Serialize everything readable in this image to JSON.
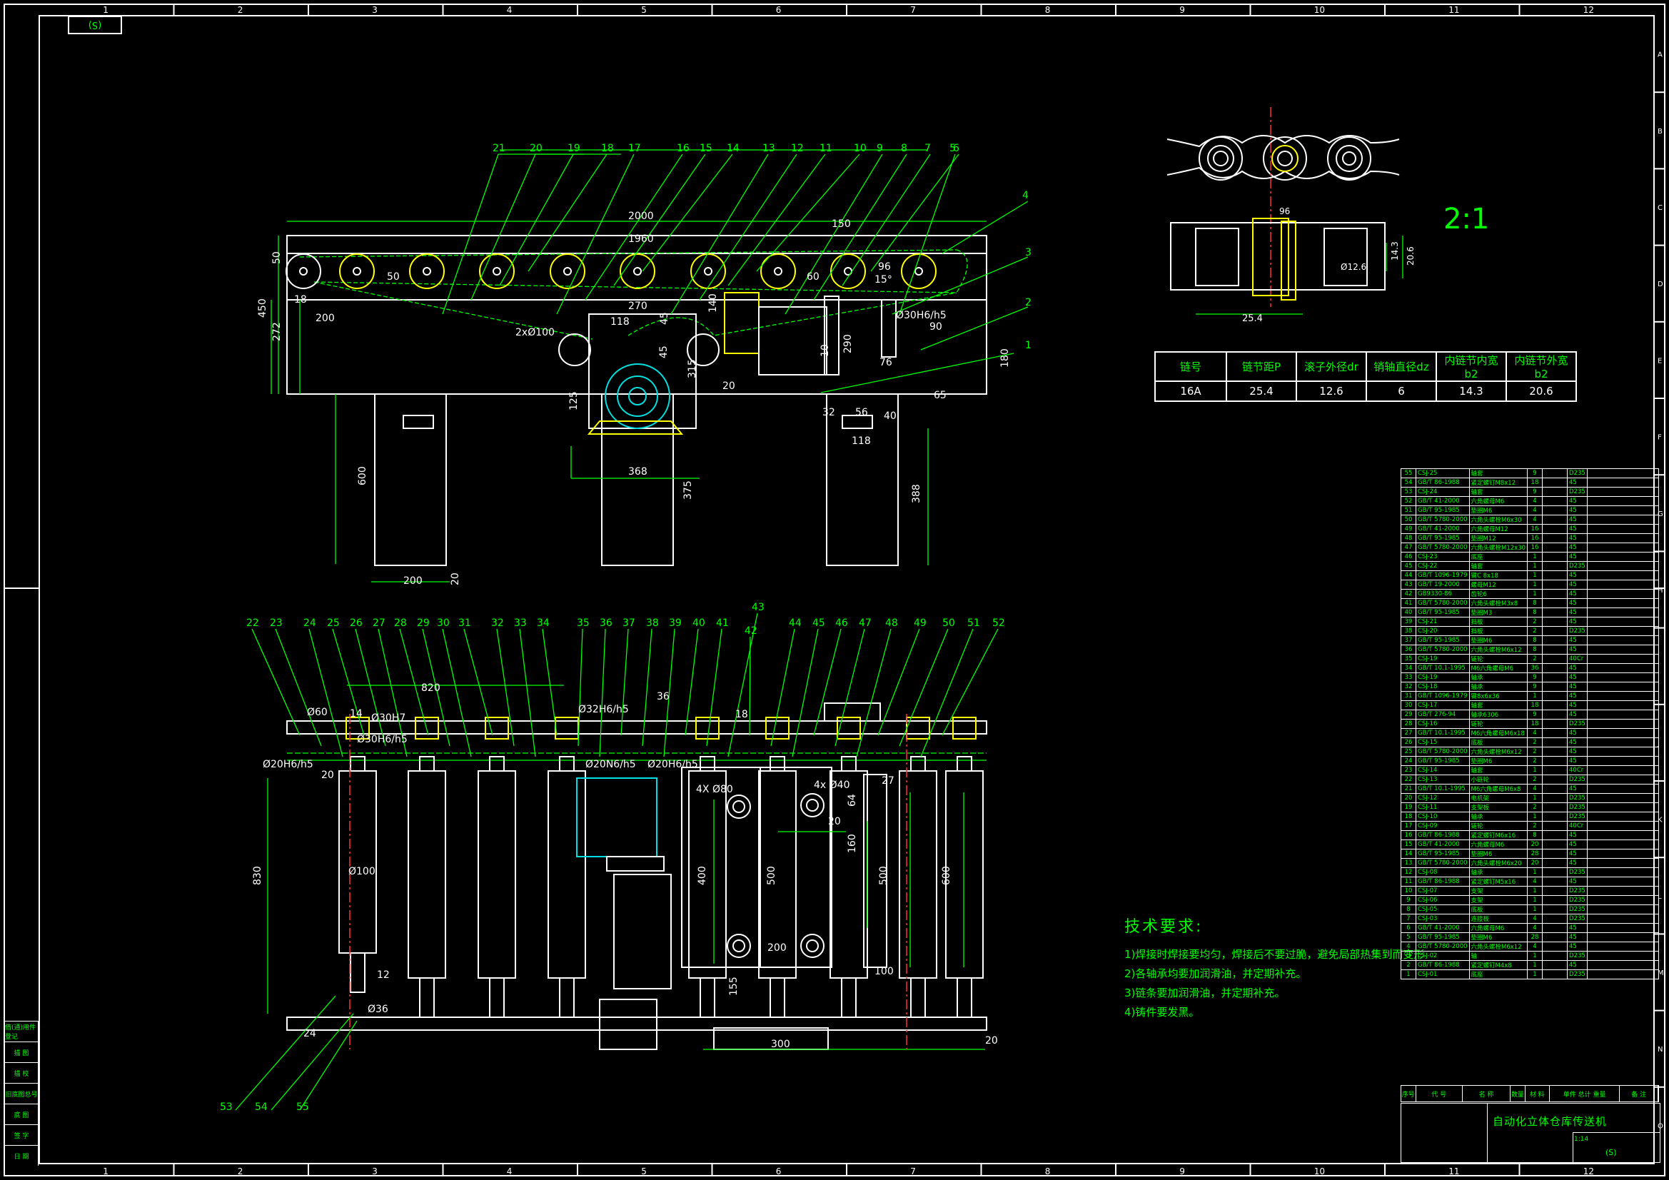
{
  "frame": {
    "col_markers": [
      "1",
      "2",
      "3",
      "4",
      "5",
      "6",
      "7",
      "8",
      "9",
      "10",
      "11",
      "12"
    ],
    "row_markers": [
      "A",
      "B",
      "C",
      "D",
      "E",
      "F",
      "G",
      "H",
      "I",
      "J",
      "K",
      "L",
      "M",
      "N",
      "O"
    ],
    "corner_label": "(S)"
  },
  "top_view": {
    "balloons": [
      "21",
      "20",
      "19",
      "18",
      "17",
      "16",
      "15",
      "14",
      "13",
      "12",
      "11",
      "10",
      "9",
      "8",
      "7",
      "6",
      "5"
    ],
    "side_balloons": [
      "4",
      "3",
      "2",
      "1"
    ],
    "dims": {
      "d2000": "2000",
      "d1960": "1960",
      "d150": "150",
      "d450": "450",
      "d272": "272",
      "d50a": "50",
      "d50b": "50",
      "d18": "18",
      "d200": "200",
      "d270": "270",
      "d2x100": "2xØ100",
      "d118": "118",
      "d45a": "45",
      "d140": "140",
      "d45b": "45",
      "d315": "315",
      "d125": "125",
      "d368": "368",
      "d375": "375",
      "d600": "600",
      "d200b": "200",
      "d20a": "20",
      "d60": "60",
      "d290": "290",
      "d10": "10",
      "d20b": "20",
      "d76": "76",
      "d96": "96",
      "d15deg": "15°",
      "d30h": "Ø30H6/h5",
      "d180": "180",
      "d65": "65",
      "d32": "32",
      "d56": "56",
      "d40": "40",
      "d118b": "118",
      "d388": "388",
      "d90": "90"
    }
  },
  "plan_view": {
    "balloons_top": [
      "22",
      "23",
      "24",
      "25",
      "26",
      "27",
      "28",
      "29",
      "30",
      "31",
      "32",
      "33",
      "34",
      "35",
      "36",
      "37",
      "38",
      "39",
      "40",
      "41",
      "43",
      "42",
      "44",
      "45",
      "46",
      "47",
      "48",
      "49",
      "50",
      "51",
      "52"
    ],
    "balloons_bottom": [
      "53",
      "54",
      "55"
    ],
    "dims": {
      "d820": "820",
      "d60": "Ø60",
      "d14": "14",
      "d30h7": "Ø30H7",
      "d30h6": "Ø30H6/h5",
      "d20h6": "Ø20H6/h5",
      "d20": "20",
      "d32h6": "Ø32H6/h5",
      "d36": "36",
      "d20n6": "Ø20N6/h5",
      "d20h6b": "Ø20H6/h5",
      "d4x80": "4X Ø80",
      "d4x40": "4x Ø40",
      "d18": "18",
      "d27": "27",
      "d64": "64",
      "d20b": "20",
      "d160": "160",
      "d830": "830",
      "d100": "Ø100",
      "d400": "400",
      "d500a": "500",
      "d500b": "500",
      "d600": "600",
      "d200": "200",
      "d100b": "100",
      "d155": "155",
      "d24": "24",
      "d36b": "Ø36",
      "d12": "12",
      "d300": "300",
      "d20c": "20"
    }
  },
  "chain_detail": {
    "scale": "2:1",
    "dims": {
      "d96": "96",
      "d143": "14.3",
      "d206": "20.6",
      "d126": "Ø12.6",
      "d254": "25.4"
    },
    "table": {
      "headers": [
        "链号",
        "链节距P",
        "滚子外径dr",
        "销轴直径dz",
        "内链节内宽b2",
        "内链节外宽b2"
      ],
      "values": [
        "16A",
        "25.4",
        "12.6",
        "6",
        "14.3",
        "20.6"
      ]
    }
  },
  "notes": {
    "title": "技术要求:",
    "items": [
      "1)焊接时焊接要均匀，焊接后不要过脆，避免局部热集到而变形",
      "2)各轴承均要加润滑油，并定期补充。",
      "3)链条要加润滑油，并定期补充。",
      "4)铸件要发黑。"
    ]
  },
  "bom": {
    "rows": [
      [
        "55",
        "CSJ-25",
        "轴套",
        "9",
        "",
        "D235",
        ""
      ],
      [
        "54",
        "GB/T 86-1988",
        "紧定螺钉M8x12",
        "18",
        "",
        "45",
        ""
      ],
      [
        "53",
        "CSJ-24",
        "轴套",
        "9",
        "",
        "D235",
        ""
      ],
      [
        "52",
        "GB/T 41-2000",
        "六角螺母M6",
        "4",
        "",
        "45",
        ""
      ],
      [
        "51",
        "GB/T 95-1985",
        "垫圈M6",
        "4",
        "",
        "45",
        ""
      ],
      [
        "50",
        "GB/T 5780-2000",
        "六角头螺栓M6x30",
        "4",
        "",
        "45",
        ""
      ],
      [
        "49",
        "GB/T 41-2000",
        "六角螺母M12",
        "16",
        "",
        "45",
        ""
      ],
      [
        "48",
        "GB/T 95-1985",
        "垫圈M12",
        "16",
        "",
        "45",
        ""
      ],
      [
        "47",
        "GB/T 5780-2000",
        "六角头螺栓M12x30",
        "16",
        "",
        "45",
        ""
      ],
      [
        "46",
        "CSJ-23",
        "底座",
        "1",
        "",
        "45",
        ""
      ],
      [
        "45",
        "CSJ-22",
        "轴套",
        "1",
        "",
        "D235",
        ""
      ],
      [
        "44",
        "GB/T 1096-1979",
        "键C 8x18",
        "1",
        "",
        "45",
        ""
      ],
      [
        "43",
        "GB/T 19-2000",
        "螺母M12",
        "1",
        "",
        "45",
        ""
      ],
      [
        "42",
        "GB9330-86",
        "齿轮6",
        "1",
        "",
        "45",
        ""
      ],
      [
        "41",
        "GB/T 5780-2000",
        "六角头螺栓M3x8",
        "8",
        "",
        "45",
        ""
      ],
      [
        "40",
        "GB/T 95-1985",
        "垫圈M3",
        "8",
        "",
        "45",
        ""
      ],
      [
        "39",
        "CSJ-21",
        "挡板",
        "2",
        "",
        "45",
        ""
      ],
      [
        "38",
        "CSJ-20",
        "挡板",
        "2",
        "",
        "D235",
        ""
      ],
      [
        "37",
        "GB/T 95-1985",
        "垫圈M6",
        "8",
        "",
        "45",
        ""
      ],
      [
        "36",
        "GB/T 5780-2000",
        "六角头螺栓M6x12",
        "8",
        "",
        "45",
        ""
      ],
      [
        "35",
        "CSJ-19",
        "链轮",
        "2",
        "",
        "40Cr",
        ""
      ],
      [
        "34",
        "GB/T 10.1-1995",
        "M6六角螺母M6",
        "36",
        "",
        "45",
        ""
      ],
      [
        "33",
        "CSJ-19",
        "轴承",
        "9",
        "",
        "45",
        ""
      ],
      [
        "32",
        "CSJ-18",
        "轴承",
        "9",
        "",
        "45",
        ""
      ],
      [
        "31",
        "GB/T 1096-1979",
        "键8x6x36",
        "1",
        "",
        "45",
        ""
      ],
      [
        "30",
        "CSJ-17",
        "轴套",
        "18",
        "",
        "45",
        ""
      ],
      [
        "29",
        "GB/T 276-94",
        "轴承6306",
        "9",
        "",
        "45",
        ""
      ],
      [
        "28",
        "CSJ-16",
        "链轮",
        "18",
        "",
        "D235",
        ""
      ],
      [
        "27",
        "GB/T 10.1-1995",
        "M6六角螺母M6x18",
        "4",
        "",
        "45",
        ""
      ],
      [
        "26",
        "CSJ-15",
        "底板",
        "2",
        "",
        "45",
        ""
      ],
      [
        "25",
        "GB/T 5780-2000",
        "六角头螺栓M6x12",
        "2",
        "",
        "45",
        ""
      ],
      [
        "24",
        "GB/T 95-1985",
        "垫圈M6",
        "2",
        "",
        "45",
        ""
      ],
      [
        "23",
        "CSJ-14",
        "轴套",
        "1",
        "",
        "40Cr",
        ""
      ],
      [
        "22",
        "CSJ-13",
        "小链轮",
        "2",
        "",
        "D235",
        ""
      ],
      [
        "21",
        "GB/T 10.1-1995",
        "M6六角螺母M6x8",
        "4",
        "",
        "45",
        ""
      ],
      [
        "20",
        "CSJ-12",
        "电机架",
        "1",
        "",
        "D235",
        ""
      ],
      [
        "19",
        "CSJ-11",
        "支架板",
        "2",
        "",
        "D235",
        ""
      ],
      [
        "18",
        "CSJ-10",
        "轴承",
        "1",
        "",
        "D235",
        ""
      ],
      [
        "17",
        "CSJ-09",
        "链轮",
        "2",
        "",
        "40Cr",
        ""
      ],
      [
        "16",
        "GB/T 86-1988",
        "紧定螺钉M6x16",
        "8",
        "",
        "45",
        ""
      ],
      [
        "15",
        "GB/T 41-2000",
        "六角螺母M6",
        "20",
        "",
        "45",
        ""
      ],
      [
        "14",
        "GB/T 95-1985",
        "垫圈M6",
        "28",
        "",
        "45",
        ""
      ],
      [
        "13",
        "GB/T 5780-2000",
        "六角头螺栓M6x20",
        "20",
        "",
        "45",
        ""
      ],
      [
        "12",
        "CSJ-08",
        "轴承",
        "1",
        "",
        "D235",
        ""
      ],
      [
        "11",
        "GB/T 86-1988",
        "紧定螺钉M5x16",
        "4",
        "",
        "45",
        ""
      ],
      [
        "10",
        "CSJ-07",
        "支架",
        "1",
        "",
        "D235",
        ""
      ],
      [
        "9",
        "CSJ-06",
        "支架",
        "1",
        "",
        "D235",
        ""
      ],
      [
        "8",
        "CSJ-05",
        "底板",
        "1",
        "",
        "D235",
        ""
      ],
      [
        "7",
        "CSJ-03",
        "连接板",
        "4",
        "",
        "D235",
        ""
      ],
      [
        "6",
        "GB/T 41-2000",
        "六角螺母M6",
        "4",
        "",
        "45",
        ""
      ],
      [
        "5",
        "GB/T 95-1985",
        "垫圈M6",
        "28",
        "",
        "45",
        ""
      ],
      [
        "4",
        "GB/T 5780-2000",
        "六角头螺栓M6x12",
        "4",
        "",
        "45",
        ""
      ],
      [
        "3",
        "CSJ-02",
        "轴",
        "1",
        "",
        "D235",
        ""
      ],
      [
        "2",
        "GB/T 86-1988",
        "紧定螺钉M4x8",
        "1",
        "",
        "45",
        ""
      ],
      [
        "1",
        "CSJ-01",
        "底座",
        "1",
        "",
        "D235",
        ""
      ]
    ],
    "header": [
      "序号",
      "代 号",
      "名 称",
      "数量",
      "材 料",
      "单件 总计 重量",
      "备 注"
    ]
  },
  "title_block": {
    "name": "自动化立体仓库传送机",
    "scale": "1:14",
    "code": "(S)"
  },
  "left_strip": [
    "借(通)用件登记",
    "描 图",
    "描 校",
    "旧底图总号",
    "底 图",
    "签 字",
    "日 期"
  ]
}
